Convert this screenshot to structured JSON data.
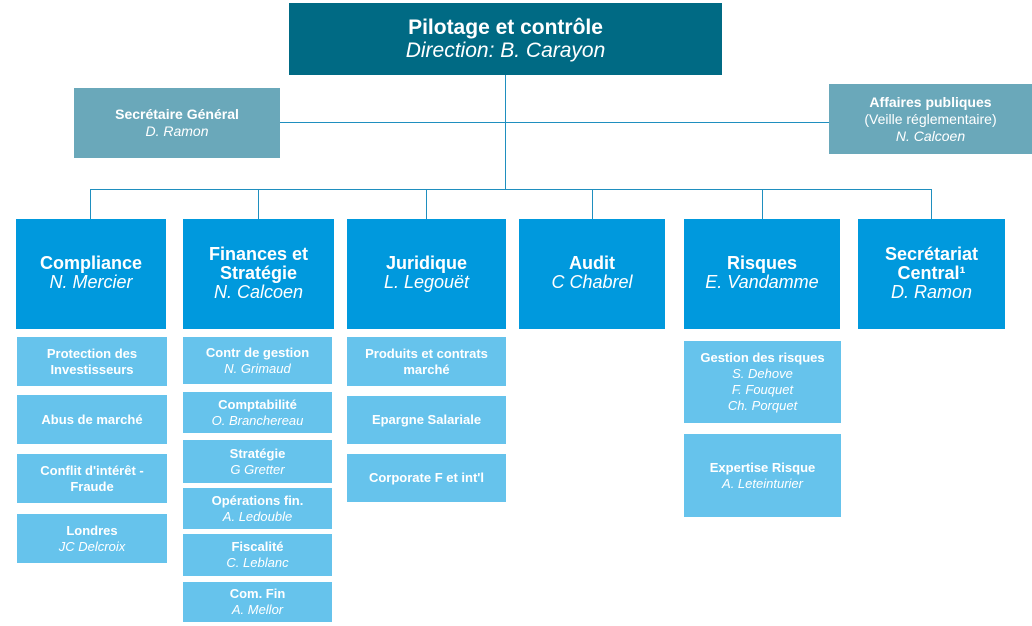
{
  "top": {
    "title": "Pilotage et contrôle",
    "subtitle": "Direction: B. Carayon"
  },
  "side_left": {
    "title": "Secrétaire Général",
    "person": "D. Ramon"
  },
  "side_right": {
    "title": "Affaires publiques",
    "note": "(Veille réglementaire)",
    "person": "N. Calcoen"
  },
  "depts": [
    {
      "title": "Compliance",
      "person": "N. Mercier"
    },
    {
      "title": "Finances et Stratégie",
      "person": "N. Calcoen"
    },
    {
      "title": "Juridique",
      "person": "L. Legouët"
    },
    {
      "title": "Audit",
      "person": "C Chabrel"
    },
    {
      "title": "Risques",
      "person": "E. Vandamme"
    },
    {
      "title": "Secrétariat Central¹",
      "person": "D. Ramon"
    }
  ],
  "compliance_subs": [
    {
      "title": "Protection des Investisseurs"
    },
    {
      "title": "Abus de marché"
    },
    {
      "title": "Conflit d'intérêt - Fraude"
    },
    {
      "title": "Londres",
      "person": "JC Delcroix"
    }
  ],
  "finance_subs": [
    {
      "title": "Contr de gestion",
      "person": "N. Grimaud"
    },
    {
      "title": "Comptabilité",
      "person": "O. Branchereau"
    },
    {
      "title": "Stratégie",
      "person": "G Gretter"
    },
    {
      "title": "Opérations fin.",
      "person": "A. Ledouble"
    },
    {
      "title": "Fiscalité",
      "person": "C. Leblanc"
    },
    {
      "title": "Com. Fin",
      "person": "A. Mellor"
    }
  ],
  "juridique_subs": [
    {
      "title": "Produits et contrats marché"
    },
    {
      "title": "Epargne Salariale"
    },
    {
      "title": "Corporate F et int'l"
    }
  ],
  "risques_subs": [
    {
      "title": "Gestion des risques",
      "persons": [
        "S. Dehove",
        "F. Fouquet",
        "Ch. Porquet"
      ]
    },
    {
      "title": "Expertise Risque",
      "person": "A. Leteinturier"
    }
  ],
  "colors": {
    "top": "#006a84",
    "side": "#6aa8ba",
    "dept": "#0099dd",
    "sub": "#66c3ec",
    "line": "#1f8fbf"
  }
}
